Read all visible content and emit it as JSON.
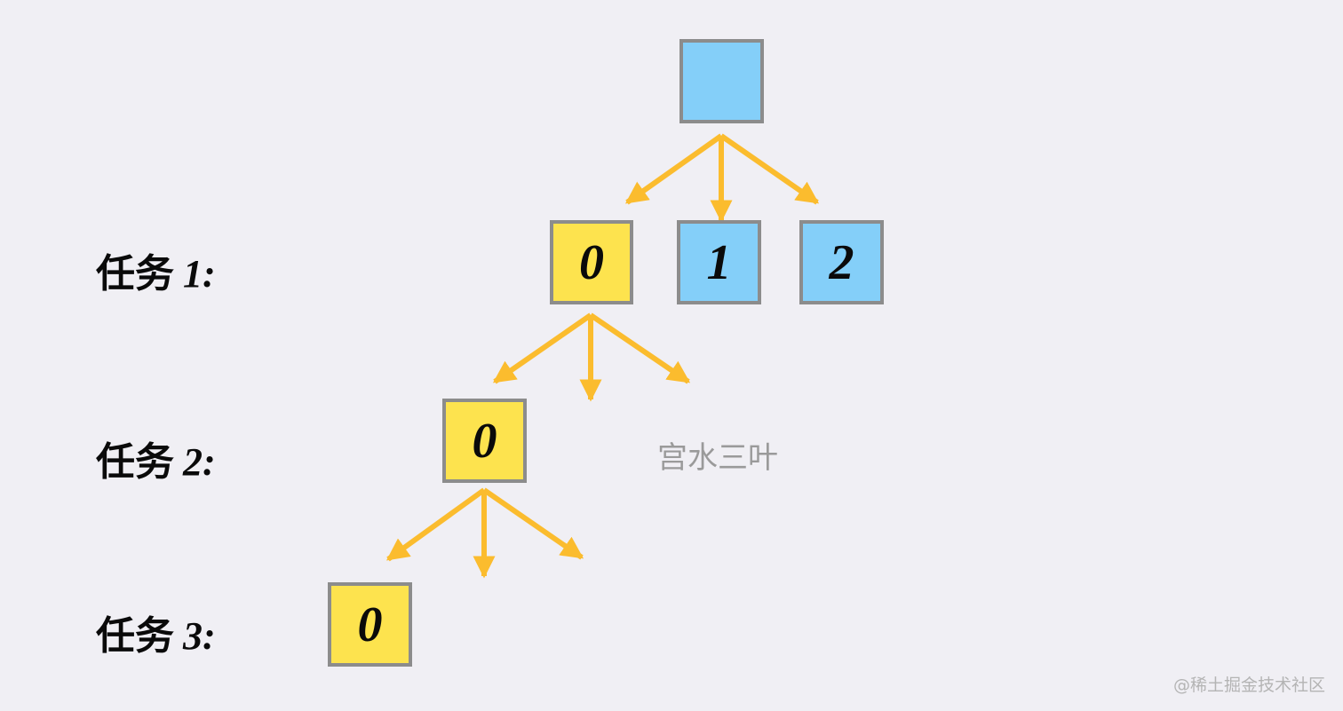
{
  "colors": {
    "background": "#f0eff4",
    "blue_cell": "#84cff9",
    "yellow_cell": "#fde34e",
    "cell_border": "#8c8c8c",
    "arrow": "#fbbc2e"
  },
  "tasks": [
    {
      "prefix": "任务",
      "number": "1:"
    },
    {
      "prefix": "任务",
      "number": "2:"
    },
    {
      "prefix": "任务",
      "number": "3:"
    }
  ],
  "nodes": {
    "root": {
      "label": ""
    },
    "level1": [
      {
        "label": "0"
      },
      {
        "label": "1"
      },
      {
        "label": "2"
      }
    ],
    "level2": [
      {
        "label": "0"
      }
    ],
    "level3": [
      {
        "label": "0"
      }
    ]
  },
  "watermark": "宫水三叶",
  "credit": "@稀土掘金技术社区"
}
